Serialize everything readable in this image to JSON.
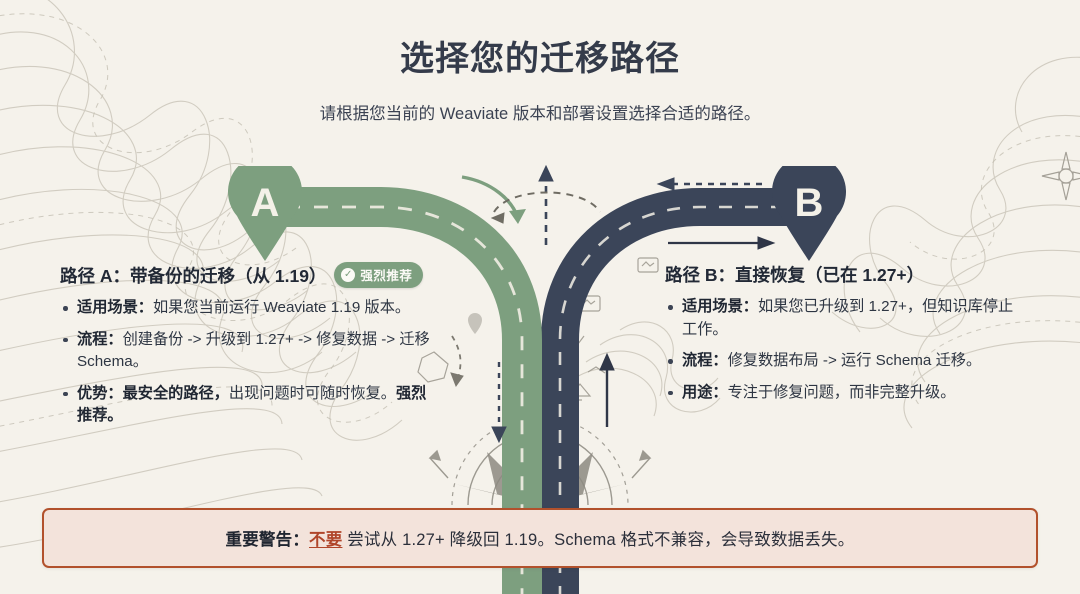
{
  "page": {
    "title": "选择您的迁移路径",
    "subtitle": "请根据您当前的 Weaviate 版本和部署设置选择合适的路径。"
  },
  "colors": {
    "background": "#f5f2eb",
    "path_a_green": "#7d9f7f",
    "path_b_navy": "#3b4559",
    "warning_border": "#b2512c",
    "warning_bg": "#f3e3db",
    "warning_accent": "#b0452a",
    "heading_text": "#343b4a",
    "body_text": "#2e3643",
    "topo_line": "#c9c4b8"
  },
  "markers": [
    {
      "id": "A",
      "label": "A",
      "color": "#7d9f7f"
    },
    {
      "id": "B",
      "label": "B",
      "color": "#3b4559"
    }
  ],
  "paths": [
    {
      "id": "A",
      "heading": "路径 A：带备份的迁移（从 1.19）",
      "badge": {
        "label": "强烈推荐",
        "icon": "check-circle-icon",
        "glyph": "✓"
      },
      "bullets": [
        {
          "label": "适用场景：",
          "text": "如果您当前运行 Weaviate 1.19 版本。"
        },
        {
          "label": "流程：",
          "text": "创建备份 -> 升级到 1.27+ -> 修复数据 -> 迁移 Schema。"
        },
        {
          "label": "优势：",
          "text_bold_lead": "最安全的路径，",
          "text": "出现问题时可随时恢复。",
          "text_bold_tail": "强烈推荐。"
        }
      ]
    },
    {
      "id": "B",
      "heading": "路径 B：直接恢复（已在 1.27+）",
      "badge": null,
      "bullets": [
        {
          "label": "适用场景：",
          "text": "如果您已升级到 1.27+，但知识库停止工作。"
        },
        {
          "label": "流程：",
          "text": "修复数据布局 -> 运行 Schema 迁移。"
        },
        {
          "label": "用途：",
          "text": "专注于修复问题，而非完整升级。"
        }
      ]
    }
  ],
  "warning": {
    "lead": "重要警告：",
    "emphasis": "不要",
    "text": " 尝试从 1.27+ 降级回 1.19。Schema 格式不兼容，会导致数据丢失。"
  }
}
